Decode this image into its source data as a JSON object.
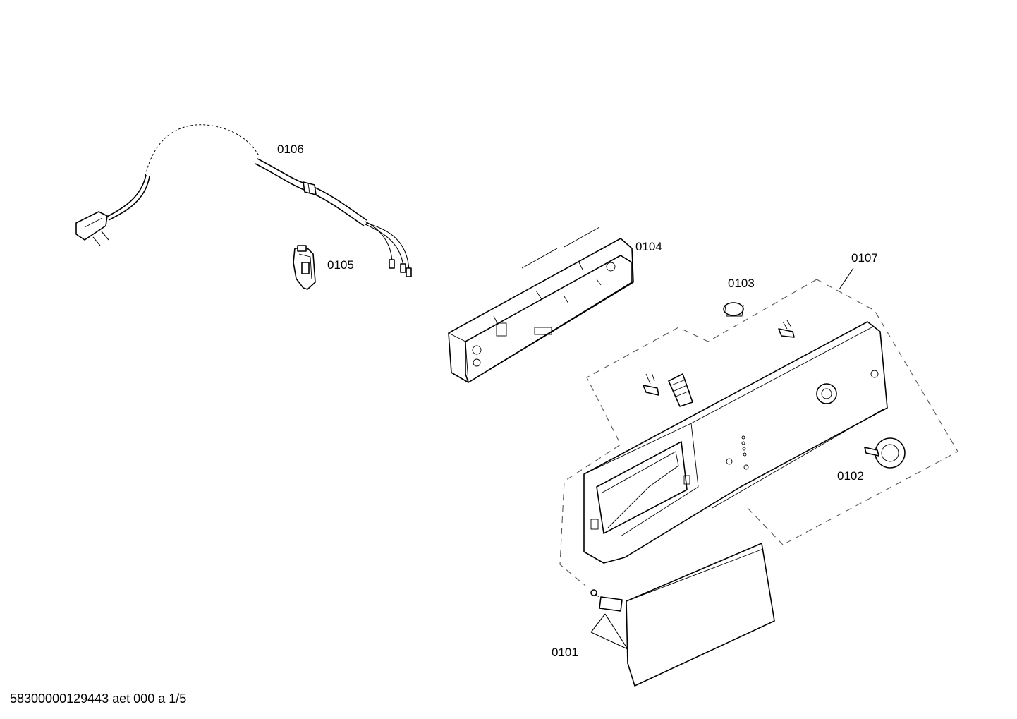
{
  "labels": {
    "p0101": "0101",
    "p0102": "0102",
    "p0103": "0103",
    "p0104": "0104",
    "p0105": "0105",
    "p0106": "0106",
    "p0107": "0107"
  },
  "footer": {
    "document_code": "58300000129443 aet 000 a 1/5"
  }
}
